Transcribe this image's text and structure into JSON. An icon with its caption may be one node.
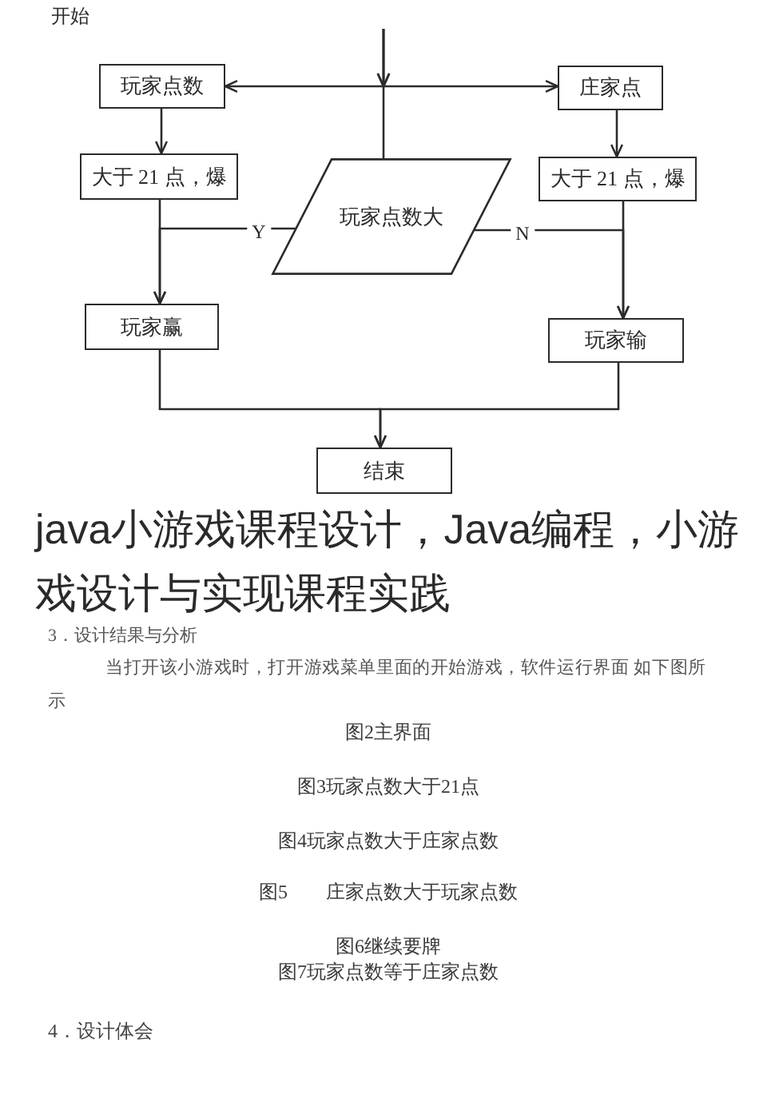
{
  "diagram": {
    "title": "java小游戏课程设计，Java编程，小游戏设计与实现课程实践",
    "nodes": [
      {
        "text": [
          "玩家点数"
        ]
      },
      {
        "text": [
          "庄家点"
        ]
      },
      {
        "text": [
          "大于 21 点，爆"
        ]
      },
      {
        "text": [
          "玩家点数大"
        ]
      },
      {
        "text": [
          "大于 21 点，爆"
        ]
      },
      {
        "text": [
          "玩家赢"
        ]
      },
      {
        "text": [
          "玩家输"
        ]
      },
      {
        "text": [
          "结束"
        ]
      }
    ],
    "edges": [
      {
        "from": null,
        "to": 0,
        "arrow": "to"
      },
      {
        "from": null,
        "to": 1,
        "arrow": "to"
      },
      {
        "from": null,
        "to": 3,
        "arrow": "none"
      },
      {
        "from": 0,
        "to": 2,
        "arrow": "to"
      },
      {
        "from": 1,
        "to": 4,
        "arrow": "to"
      },
      {
        "from": 2,
        "to": 5,
        "arrow": "to"
      },
      {
        "from": 3,
        "to": 5,
        "arrow": "to",
        "label": "Y"
      },
      {
        "from": 4,
        "to": 6,
        "arrow": "to"
      },
      {
        "from": 3,
        "to": 6,
        "arrow": "to",
        "label": "N"
      },
      {
        "from": 5,
        "to": 7,
        "arrow": "to"
      },
      {
        "from": 6,
        "to": 7,
        "arrow": "to"
      }
    ],
    "labels": [
      "开始",
      "3．设计结果与分析",
      "当打开该小游戏时，打开游戏菜单里面的开始游戏，软件运行界面 如下图所示",
      "图2主界面",
      "图3玩家点数大于21点",
      "图4玩家点数大于庄家点数",
      "图5　　庄家点数大于玩家点数",
      "图6继续要牌",
      "图7玩家点数等于庄家点数",
      "4．设计体会"
    ]
  }
}
